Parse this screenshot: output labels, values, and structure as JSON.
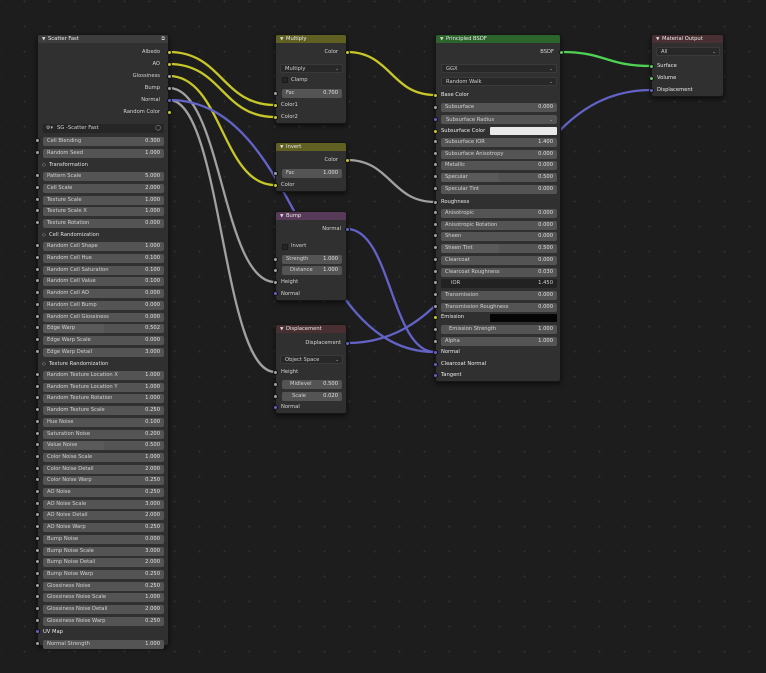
{
  "wire_colors": {
    "yellow": "#c7c729",
    "gray": "#a1a1a1",
    "purple": "#6363c7",
    "green": "#4fd153"
  },
  "scatter": {
    "title": "Scatter Fast",
    "outputs": [
      "Albedo",
      "AO",
      "Glossiness",
      "Bump",
      "Normal",
      "Random Color"
    ],
    "group_name": "SG -Scatter Fast",
    "params": [
      {
        "type": "field",
        "label": "Cell Blending",
        "value": "0.300"
      },
      {
        "type": "field",
        "label": "Random Seed",
        "value": "1.000"
      },
      {
        "type": "section",
        "label": "Transformation"
      },
      {
        "type": "field",
        "label": "Pattern Scale",
        "value": "5.000"
      },
      {
        "type": "field",
        "label": "Cell Scale",
        "value": "2.000"
      },
      {
        "type": "field",
        "label": "Texture Scale",
        "value": "1.000"
      },
      {
        "type": "field",
        "label": "Texture Scale X",
        "value": "1.000"
      },
      {
        "type": "field",
        "label": "Texture Rotation",
        "value": "0.000"
      },
      {
        "type": "section",
        "label": "Cell Randomization"
      },
      {
        "type": "field",
        "label": "Random Cell Shape",
        "value": "1.000"
      },
      {
        "type": "field",
        "label": "Random Cell Hue",
        "value": "0.100"
      },
      {
        "type": "field",
        "label": "Random Cell Saturation",
        "value": "0.100"
      },
      {
        "type": "field",
        "label": "Random Cell Value",
        "value": "0.100"
      },
      {
        "type": "field",
        "label": "Random Cell AO",
        "value": "0.000"
      },
      {
        "type": "field",
        "label": "Random Cell Bump",
        "value": "0.000"
      },
      {
        "type": "field",
        "label": "Random Cell Glossiness",
        "value": "0.000"
      },
      {
        "type": "field",
        "label": "Edge Warp",
        "value": "0.502",
        "slider": 0.5
      },
      {
        "type": "field",
        "label": "Edge Warp Scale",
        "value": "0.000"
      },
      {
        "type": "field",
        "label": "Edge Warp Detail",
        "value": "3.000"
      },
      {
        "type": "section",
        "label": "Texture Randomization"
      },
      {
        "type": "field",
        "label": "Random Texture Location X",
        "value": "1.000"
      },
      {
        "type": "field",
        "label": "Random Texture Location Y",
        "value": "1.000"
      },
      {
        "type": "field",
        "label": "Random Texture Rotation",
        "value": "1.000"
      },
      {
        "type": "field",
        "label": "Random Texture Scale",
        "value": "0.250"
      },
      {
        "type": "field",
        "label": "Hue Noise",
        "value": "0.100"
      },
      {
        "type": "field",
        "label": "Saturation Noise",
        "value": "0.200"
      },
      {
        "type": "field",
        "label": "Value Noise",
        "value": "0.500",
        "slider": 0.5
      },
      {
        "type": "field",
        "label": "Color Noise Scale",
        "value": "1.000"
      },
      {
        "type": "field",
        "label": "Color Noise Detail",
        "value": "2.000"
      },
      {
        "type": "field",
        "label": "Color Noise Warp",
        "value": "0.250"
      },
      {
        "type": "field",
        "label": "AO Noise",
        "value": "0.250"
      },
      {
        "type": "field",
        "label": "AO Noise Scale",
        "value": "3.000"
      },
      {
        "type": "field",
        "label": "AO Noise Detail",
        "value": "2.000"
      },
      {
        "type": "field",
        "label": "AO Noise Warp",
        "value": "0.250"
      },
      {
        "type": "field",
        "label": "Bump Noise",
        "value": "0.000"
      },
      {
        "type": "field",
        "label": "Bump Noise Scale",
        "value": "3.000"
      },
      {
        "type": "field",
        "label": "Bump Noise Detail",
        "value": "2.000"
      },
      {
        "type": "field",
        "label": "Bump Noise Warp",
        "value": "0.250"
      },
      {
        "type": "field",
        "label": "Glossiness Noise",
        "value": "0.250"
      },
      {
        "type": "field",
        "label": "Glossiness Noise Scale",
        "value": "1.000"
      },
      {
        "type": "field",
        "label": "Glossiness Noise Detail",
        "value": "2.000"
      },
      {
        "type": "field",
        "label": "Glossiness Noise Warp",
        "value": "0.250"
      },
      {
        "type": "socket",
        "label": "UV Map"
      },
      {
        "type": "field",
        "label": "Normal Strength",
        "value": "1.000"
      }
    ]
  },
  "multiply": {
    "title": "Multiply",
    "output": "Color",
    "blend_mode": "Multiply",
    "clamp_label": "Clamp",
    "fac_label": "Fac",
    "fac_value": "0.700",
    "color1": "Color1",
    "color2": "Color2"
  },
  "invert": {
    "title": "Invert",
    "output": "Color",
    "fac_label": "Fac",
    "fac_value": "1.000",
    "input": "Color"
  },
  "bump": {
    "title": "Bump",
    "output": "Normal",
    "invert_label": "Invert",
    "strength_label": "Strength",
    "strength_value": "1.000",
    "distance_label": "Distance",
    "distance_value": "1.000",
    "height_label": "Height",
    "normal_label": "Normal"
  },
  "displacement": {
    "title": "Displacement",
    "output": "Displacement",
    "space": "Object Space",
    "height_label": "Height",
    "midlevel_label": "Midlevel",
    "midlevel_value": "0.500",
    "scale_label": "Scale",
    "scale_value": "0.020",
    "normal_label": "Normal"
  },
  "bsdf": {
    "title": "Principled BSDF",
    "output": "BSDF",
    "distribution": "GGX",
    "subsurface_method": "Random Walk",
    "base_color": "Base Color",
    "subsurface": {
      "label": "Subsurface",
      "value": "0.000"
    },
    "subsurface_radius": "Subsurface Radius",
    "subsurface_color": "Subsurface Color",
    "subsurface_color_hex": "#e9e9e9",
    "fields1": [
      {
        "label": "Subsurface IOR",
        "value": "1.400"
      },
      {
        "label": "Subsurface Anisotropy",
        "value": "0.000"
      },
      {
        "label": "Metallic",
        "value": "0.000"
      },
      {
        "label": "Specular",
        "value": "0.500",
        "slider": 0.5
      },
      {
        "label": "Specular Tint",
        "value": "0.000"
      }
    ],
    "roughness": "Roughness",
    "fields2": [
      {
        "label": "Anisotropic",
        "value": "0.000"
      },
      {
        "label": "Anisotropic Rotation",
        "value": "0.000"
      },
      {
        "label": "Sheen",
        "value": "0.000"
      },
      {
        "label": "Sheen Tint",
        "value": "0.500",
        "slider": 0.5
      },
      {
        "label": "Clearcoat",
        "value": "0.000"
      },
      {
        "label": "Clearcoat Roughness",
        "value": "0.030"
      },
      {
        "label": "IOR",
        "value": "1.450",
        "dark": true
      },
      {
        "label": "Transmission",
        "value": "0.000"
      },
      {
        "label": "Transmission Roughness",
        "value": "0.000"
      }
    ],
    "emission": "Emission",
    "emission_color_hex": "#050505",
    "emission_strength": {
      "label": "Emission Strength",
      "value": "1.000"
    },
    "alpha": {
      "label": "Alpha",
      "value": "1.000"
    },
    "normal": "Normal",
    "clearcoat_normal": "Clearcoat Normal",
    "tangent": "Tangent"
  },
  "output_node": {
    "title": "Material Output",
    "target": "All",
    "inputs": [
      "Surface",
      "Volume",
      "Displacement"
    ]
  }
}
